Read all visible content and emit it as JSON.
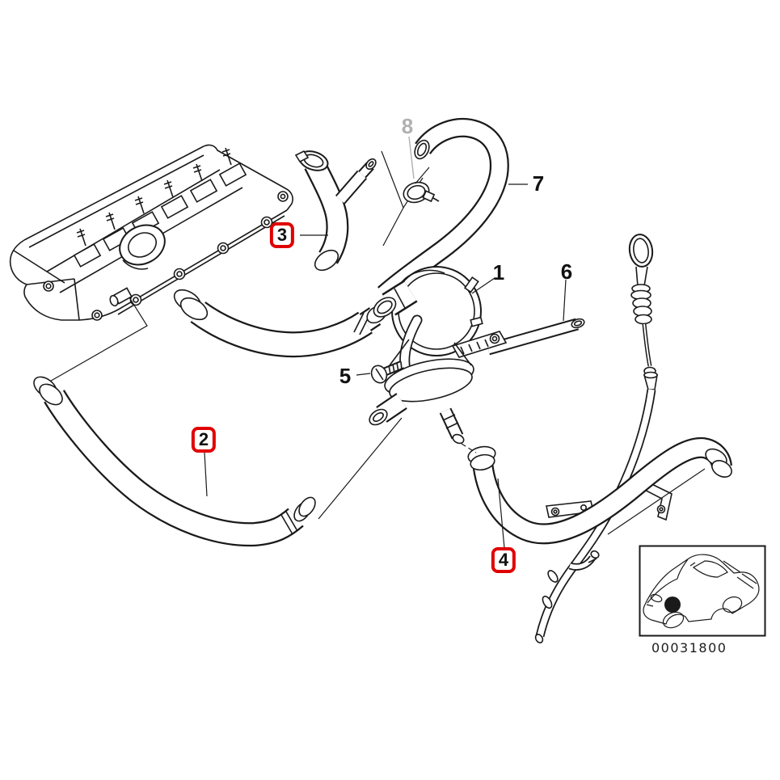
{
  "colors": {
    "line": "#1a1a1a",
    "highlight": "#e10000",
    "muted": "#b0b0b0",
    "background": "#ffffff"
  },
  "callouts": {
    "c1": {
      "label": "1",
      "boxed": false,
      "muted": false
    },
    "c2": {
      "label": "2",
      "boxed": true,
      "muted": false
    },
    "c3": {
      "label": "3",
      "boxed": true,
      "muted": false
    },
    "c4": {
      "label": "4",
      "boxed": true,
      "muted": false
    },
    "c5": {
      "label": "5",
      "boxed": false,
      "muted": false
    },
    "c6": {
      "label": "6",
      "boxed": false,
      "muted": false
    },
    "c7": {
      "label": "7",
      "boxed": false,
      "muted": false
    },
    "c8": {
      "label": "8",
      "boxed": false,
      "muted": true
    }
  },
  "inset": {
    "code": "00031800"
  }
}
